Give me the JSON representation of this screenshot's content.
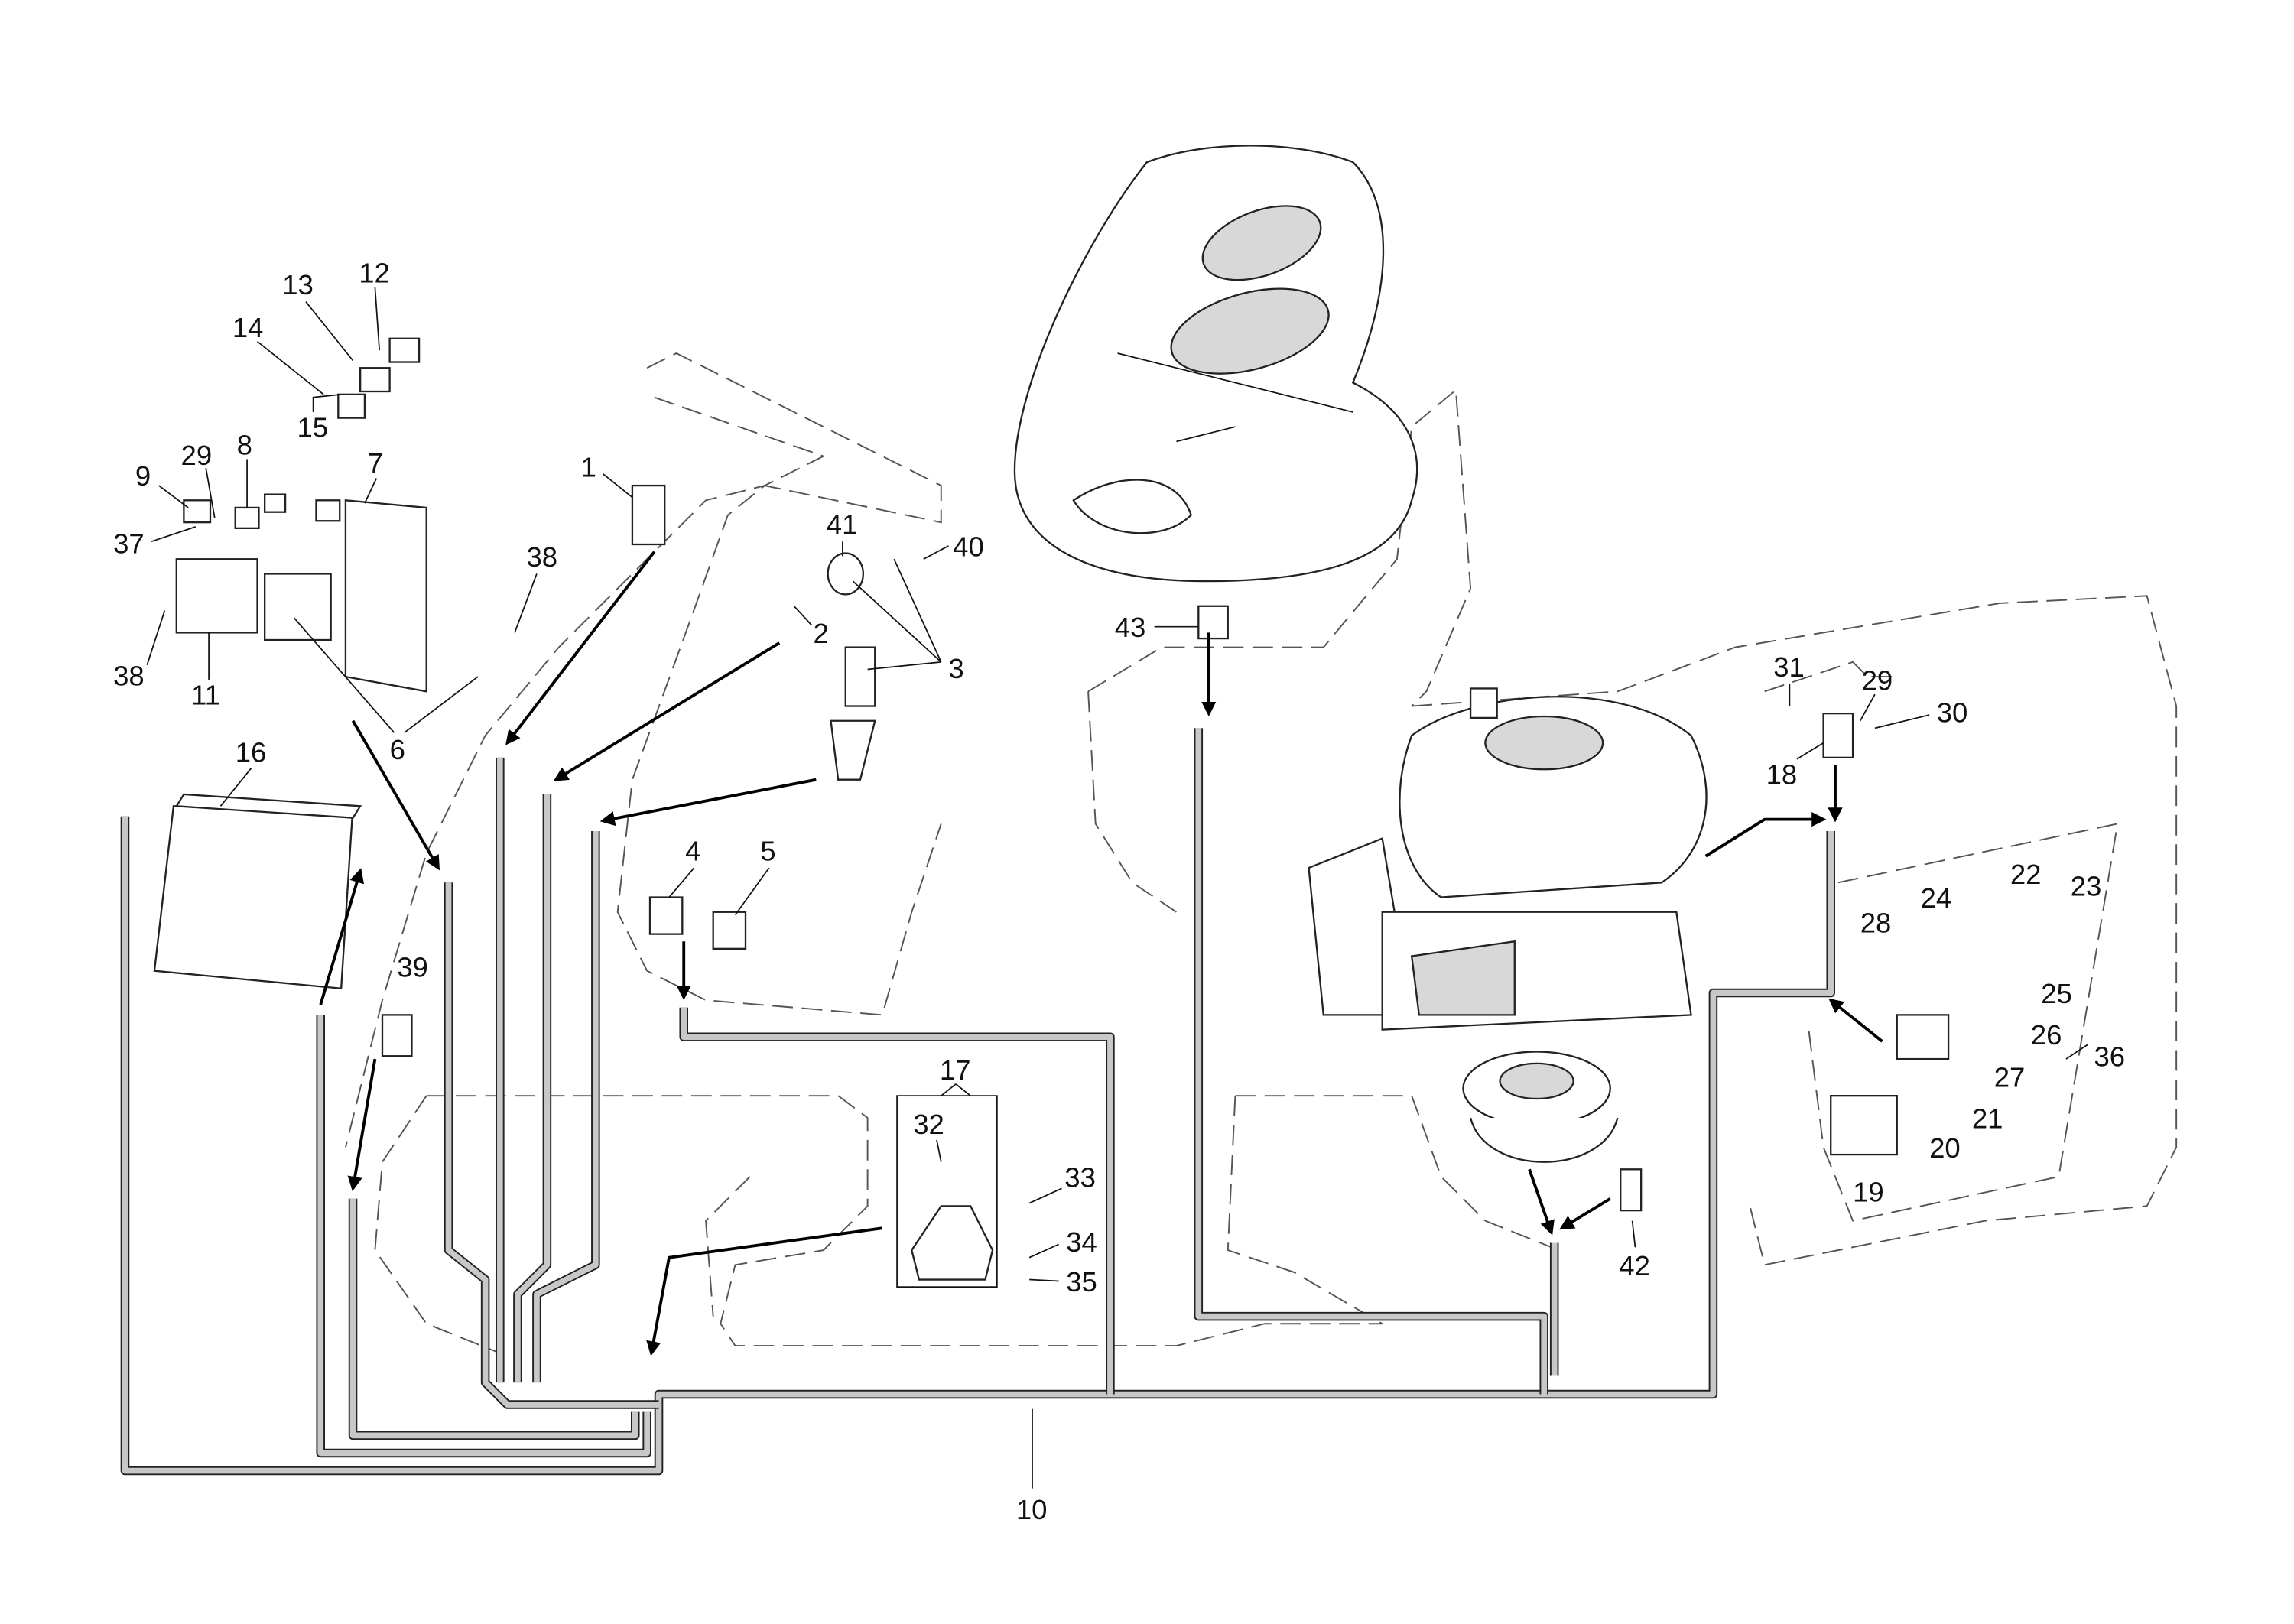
{
  "diagram": {
    "callouts": [
      "1",
      "2",
      "3",
      "4",
      "5",
      "6",
      "7",
      "8",
      "9",
      "10",
      "11",
      "12",
      "13",
      "14",
      "15",
      "16",
      "17",
      "18",
      "19",
      "20",
      "21",
      "22",
      "23",
      "24",
      "25",
      "26",
      "27",
      "28",
      "29",
      "29",
      "30",
      "31",
      "32",
      "33",
      "34",
      "35",
      "36",
      "37",
      "38",
      "38",
      "39",
      "40",
      "41",
      "42",
      "43"
    ],
    "colors": {
      "wire_fill": "#c8c8c8",
      "line": "#111111",
      "outline_dashed": "#555555"
    }
  }
}
